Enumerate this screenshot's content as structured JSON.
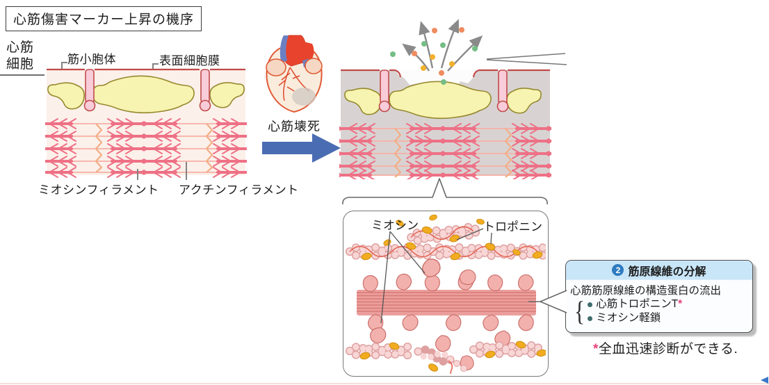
{
  "title": "心筋傷害マーカー上昇の機序",
  "cell_left": {
    "side_label_line1": "心筋",
    "side_label_line2": "細胞",
    "sr_label": "筋小胞体",
    "membrane_label": "表面細胞膜",
    "myosin_filament_label": "ミオシンフィラメント",
    "actin_filament_label": "アクチンフィラメント"
  },
  "transition": {
    "necrosis_label": "心筋壊死"
  },
  "detail_view": {
    "myosin_label": "ミオシン",
    "troponin_label": "トロポニン"
  },
  "info_box": {
    "step_number": "2",
    "heading": "筋原線維の分解",
    "line1": "心筋筋原線維の構造蛋白の流出",
    "brace": "{",
    "items": [
      {
        "text": "心筋トロポニンT",
        "marker": "*"
      },
      {
        "text": "ミオシン軽鎖",
        "marker": ""
      }
    ]
  },
  "footnote": {
    "marker": "*",
    "text": "全血迅速診断ができる."
  },
  "colors": {
    "membrane_red": "#c04a4a",
    "sr_yellow": "#f7f3b0",
    "tubule_pink": "#f8ccd8",
    "filament_pink": "#ee7085",
    "arrow_blue": "#4a6cb3",
    "info_header_blue": "#c9e6f8",
    "step_circle_blue": "#2e7bc0",
    "asterisk_pink": "#e8417c",
    "dot_orange": "#ef8b5f",
    "dot_green": "#74bd85",
    "dot_yellow": "#f2b12c",
    "escape_arrow_gray": "#8a8a8a",
    "damaged_cytoplasm_gray": "#d8d3d2"
  }
}
